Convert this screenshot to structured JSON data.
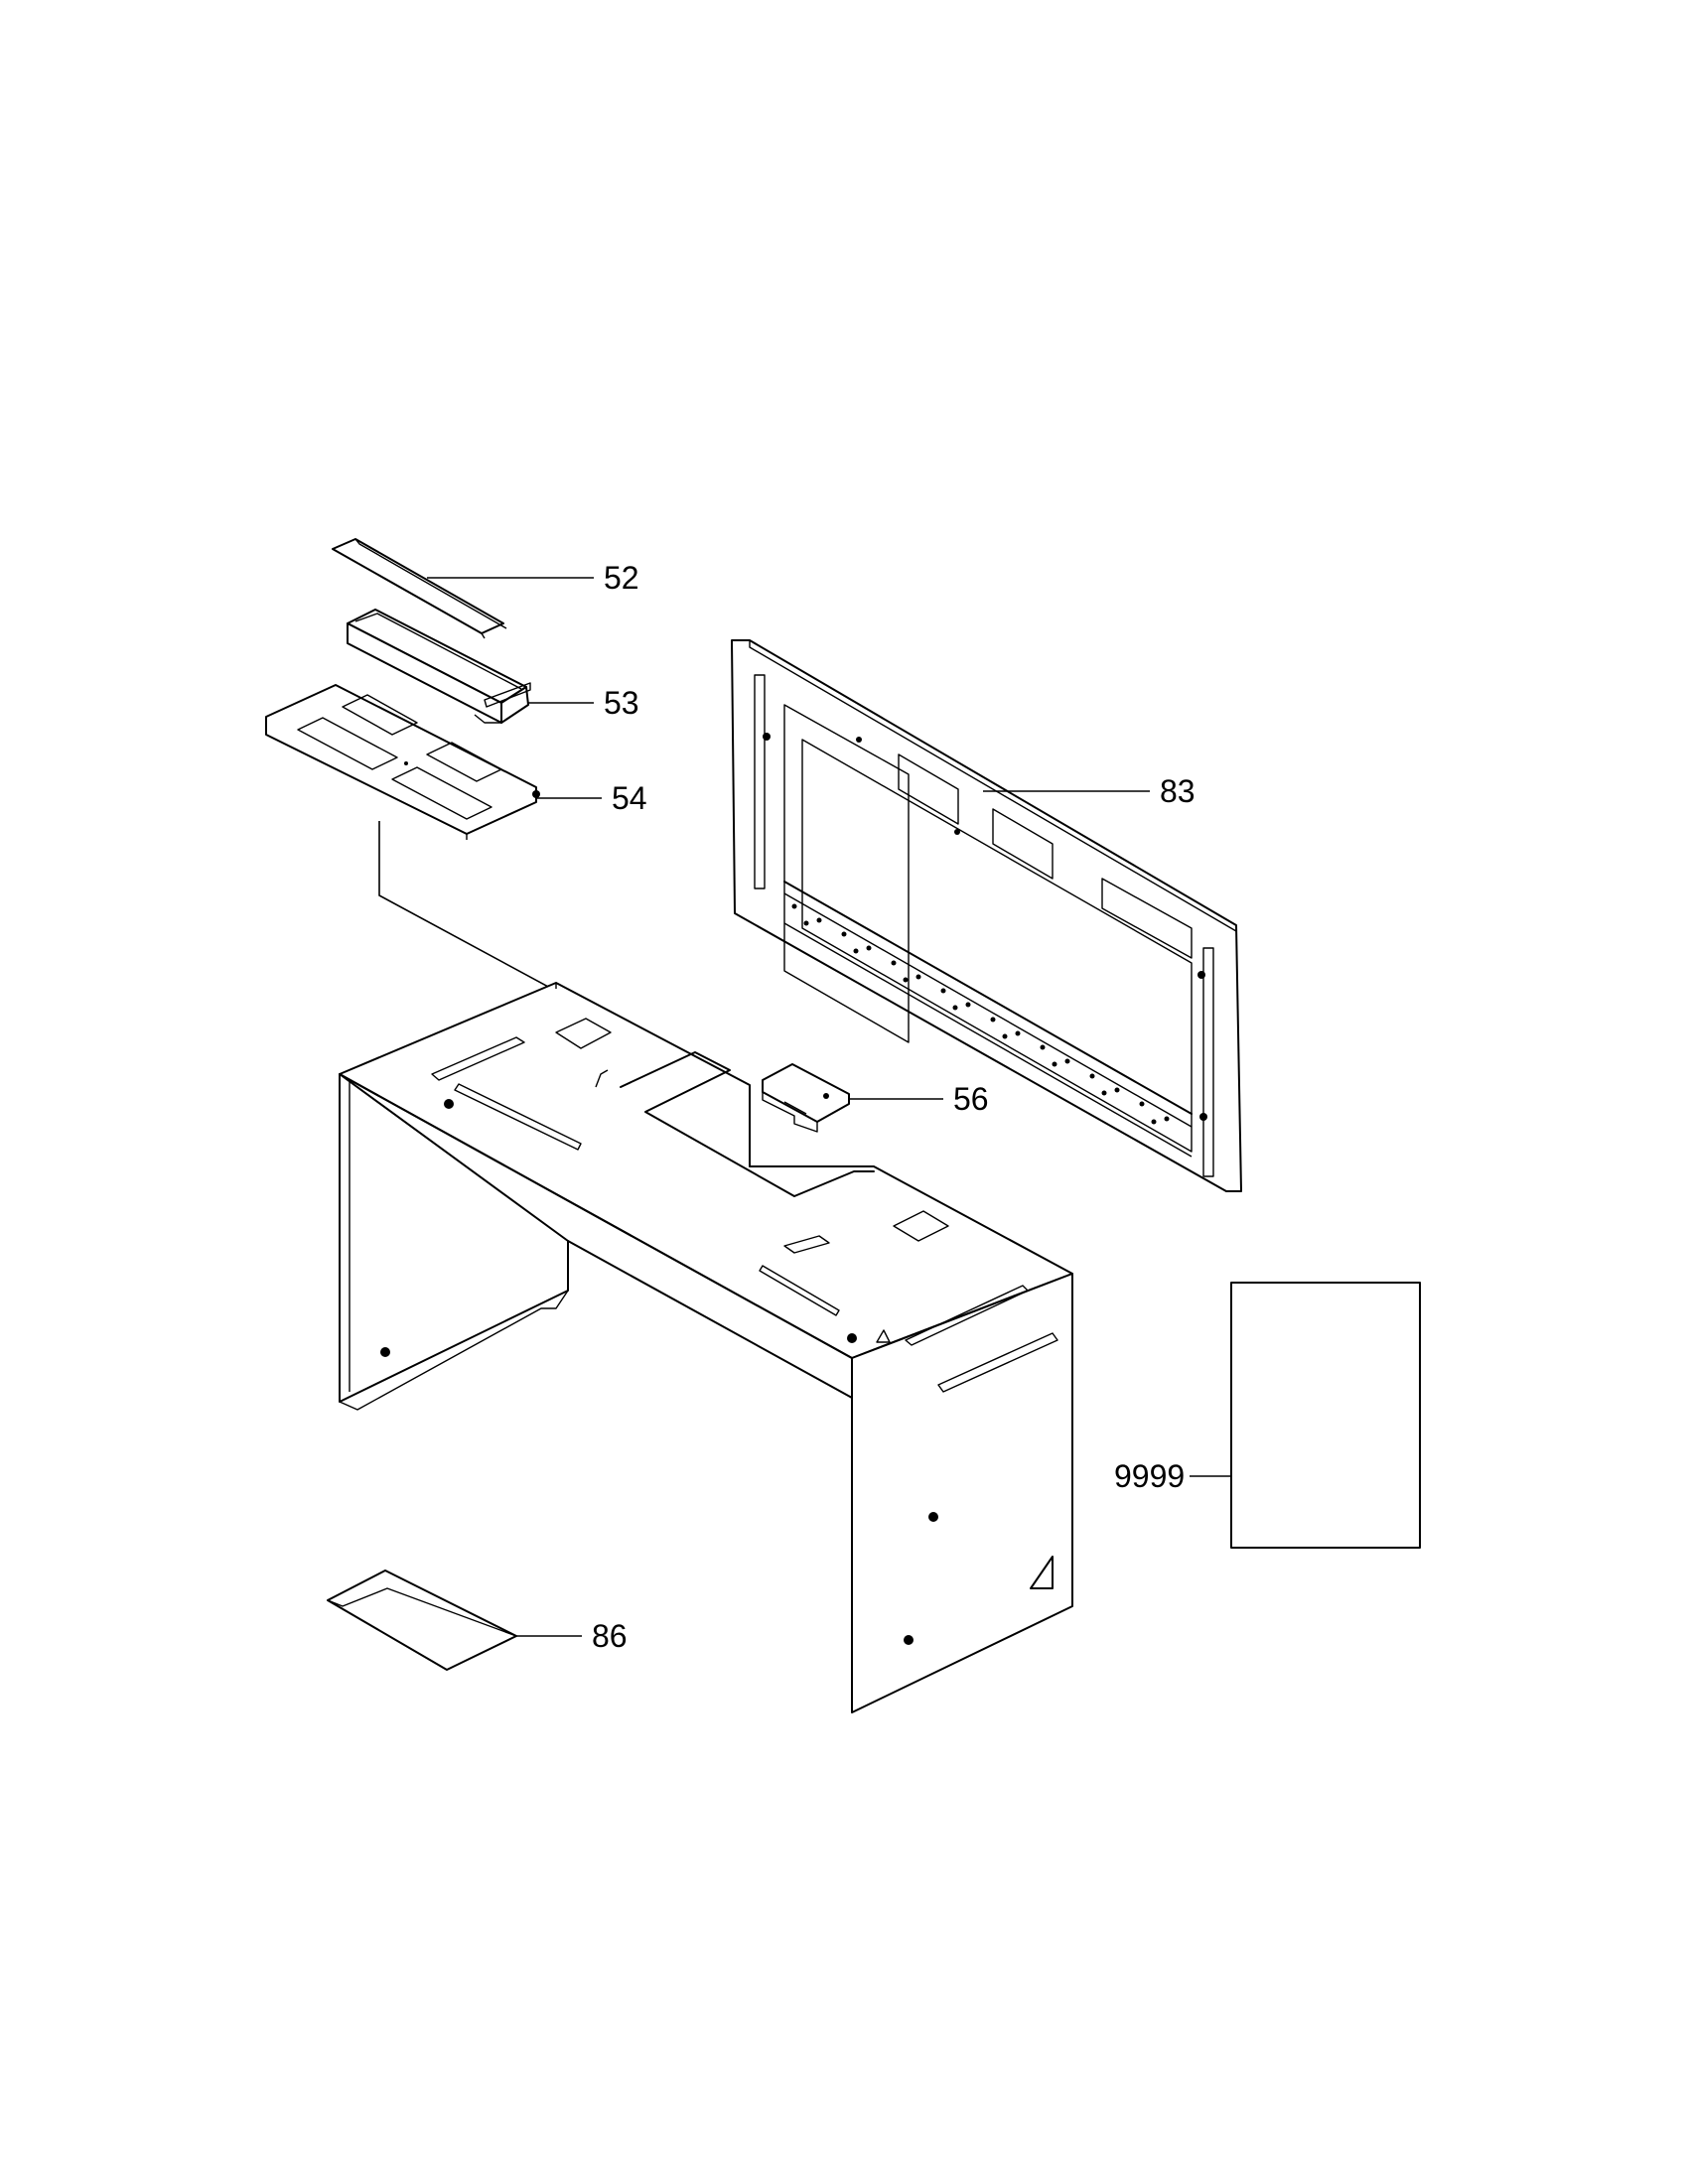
{
  "callouts": {
    "p52": "52",
    "p53": "53",
    "p54": "54",
    "p83": "83",
    "p56": "56",
    "p9999": "9999",
    "p86": "86"
  }
}
